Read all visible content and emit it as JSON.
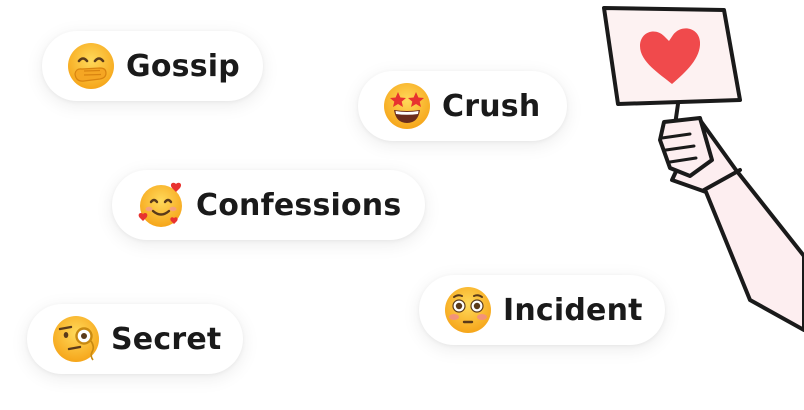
{
  "tags": [
    {
      "id": "gossip",
      "label": "Gossip",
      "icon": "hand-over-mouth-emoji-icon"
    },
    {
      "id": "crush",
      "label": "Crush",
      "icon": "star-struck-emoji-icon"
    },
    {
      "id": "confessions",
      "label": "Confessions",
      "icon": "smiling-face-with-hearts-emoji-icon"
    },
    {
      "id": "secret",
      "label": "Secret",
      "icon": "face-with-monocle-emoji-icon"
    },
    {
      "id": "incident",
      "label": "Incident",
      "icon": "flushed-face-emoji-icon"
    }
  ],
  "illustration": {
    "icon": "hand-holding-heart-sign-icon",
    "colors": {
      "heart": "#f04a4c",
      "sign": "#fdf2f2",
      "skin": "#fdeef0",
      "outline": "#1a1a1a"
    }
  },
  "colors": {
    "emoji_yellow": "#ffc83d",
    "emoji_orange": "#f59e1f",
    "heart_red": "#f04a4c",
    "text": "#1a1a1a"
  }
}
